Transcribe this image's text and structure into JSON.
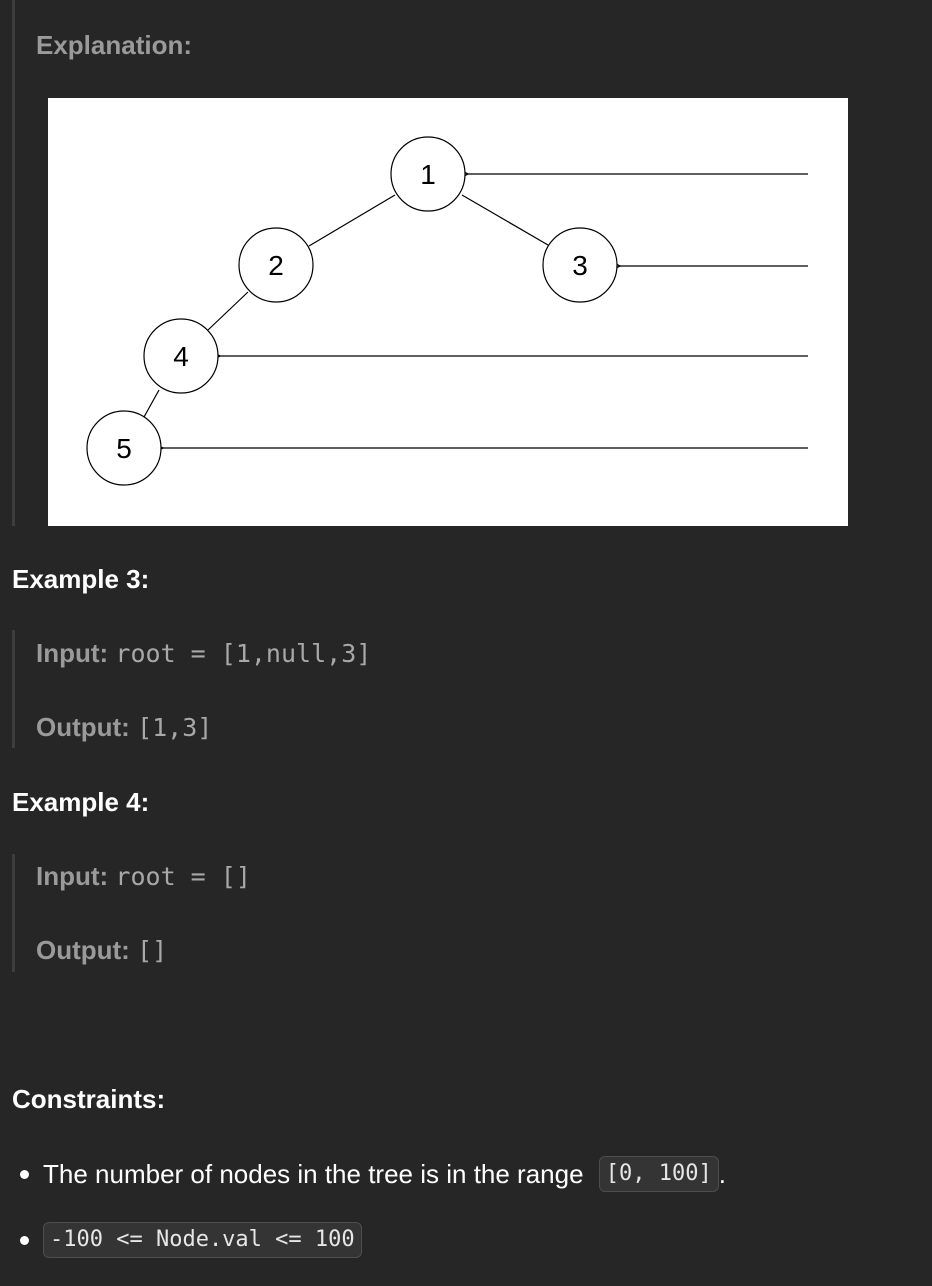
{
  "explanation": {
    "label": "Explanation:",
    "tree": {
      "nodes": [
        "1",
        "2",
        "3",
        "4",
        "5"
      ]
    }
  },
  "example3": {
    "title": "Example 3:",
    "input_label": "Input:",
    "input_value": "root = [1,null,3]",
    "output_label": "Output:",
    "output_value": "[1,3]"
  },
  "example4": {
    "title": "Example 4:",
    "input_label": "Input:",
    "input_value": "root = []",
    "output_label": "Output:",
    "output_value": "[]"
  },
  "constraints": {
    "title": "Constraints:",
    "items": [
      {
        "text": "The number of nodes in the tree is in the range ",
        "code": "[0, 100]",
        "suffix": "."
      },
      {
        "text": "",
        "code": "-100 <= Node.val <= 100",
        "suffix": ""
      }
    ]
  }
}
